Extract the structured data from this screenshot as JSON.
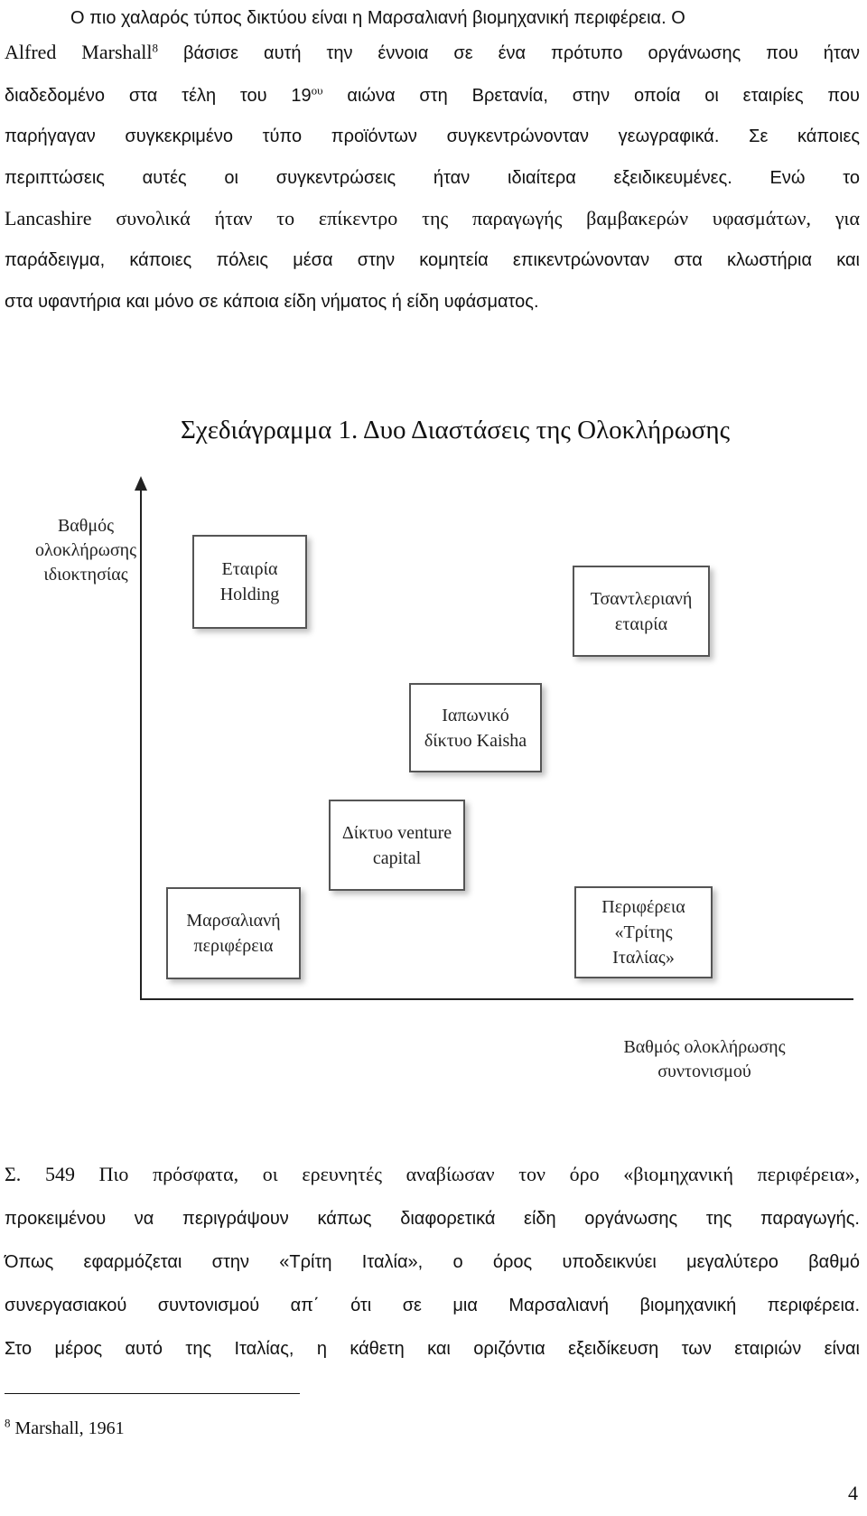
{
  "paragraph1": {
    "line1": "Ο πιο χαλαρός τύπος δικτύου είναι η Μαρσαλιανή βιομηχανική περιφέρεια. Ο",
    "line2_pre": "Alfred Marshall",
    "footnote_ref": "8",
    "line2_post": " βάσισε αυτή την έννοια σε ένα πρότυπο οργάνωσης που ήταν",
    "line3_pre": "διαδεδομένο στα τέλη του 19",
    "line3_sup": "ου",
    "line3_post": " αιώνα στη Βρετανία, στην οποία οι εταιρίες που",
    "line4": "παρήγαγαν συγκεκριμένο τύπο προϊόντων συγκεντρώνονταν γεωγραφικά. Σε κάποιες",
    "line5": "περιπτώσεις αυτές οι συγκεντρώσεις ήταν ιδιαίτερα εξειδικευμένες. Ενώ το",
    "line6": "Lancashire συνολικά ήταν το επίκεντρο της παραγωγής βαμβακερών υφασμάτων, για",
    "line7": "παράδειγμα, κάποιες πόλεις μέσα στην κομητεία επικεντρώνονταν στα κλωστήρια και",
    "line8": "στα υφαντήρια και μόνο σε κάποια είδη νήματος ή είδη υφάσματος."
  },
  "diagram": {
    "title": "Σχεδιάγραμμα 1. Δυο Διαστάσεις της Ολοκλήρωσης",
    "y_axis_label": [
      "Βαθμός",
      "ολοκλήρωσης",
      "ιδιοκτησίας"
    ],
    "x_axis_label": [
      "Βαθμός ολοκλήρωσης",
      "συντονισμού"
    ],
    "boxes": {
      "holding": [
        "Εταιρία",
        "Holding"
      ],
      "chandler": [
        "Τσαντλεριανή",
        "εταιρία"
      ],
      "kaisha": [
        "Ιαπωνικό",
        "δίκτυο Kaisha"
      ],
      "venture": [
        "Δίκτυο venture",
        "capital"
      ],
      "marshallian": [
        "Μαρσαλιανή",
        "περιφέρεια"
      ],
      "third_italy": [
        "Περιφέρεια",
        "«Τρίτης",
        "Ιταλίας»"
      ]
    }
  },
  "paragraph2": {
    "line1": "Σ. 549 Πιο πρόσφατα, οι ερευνητές αναβίωσαν τον όρο «βιομηχανική περιφέρεια»,",
    "line2": "προκειμένου να περιγράψουν κάπως διαφορετικά είδη οργάνωσης της παραγωγής.",
    "line3": "Όπως εφαρμόζεται στην «Τρίτη Ιταλία», ο όρος υποδεικνύει μεγαλύτερο βαθμό",
    "line4": "συνεργασιακού συντονισμού απ΄ ότι σε μια Μαρσαλιανή βιομηχανική περιφέρεια.",
    "line5": "Στο μέρος αυτό της Ιταλίας, η κάθετη και οριζόντια εξειδίκευση των εταιριών είναι"
  },
  "footnote": {
    "number": "8",
    "text": " Marshall, 1961"
  },
  "page_number": "4"
}
